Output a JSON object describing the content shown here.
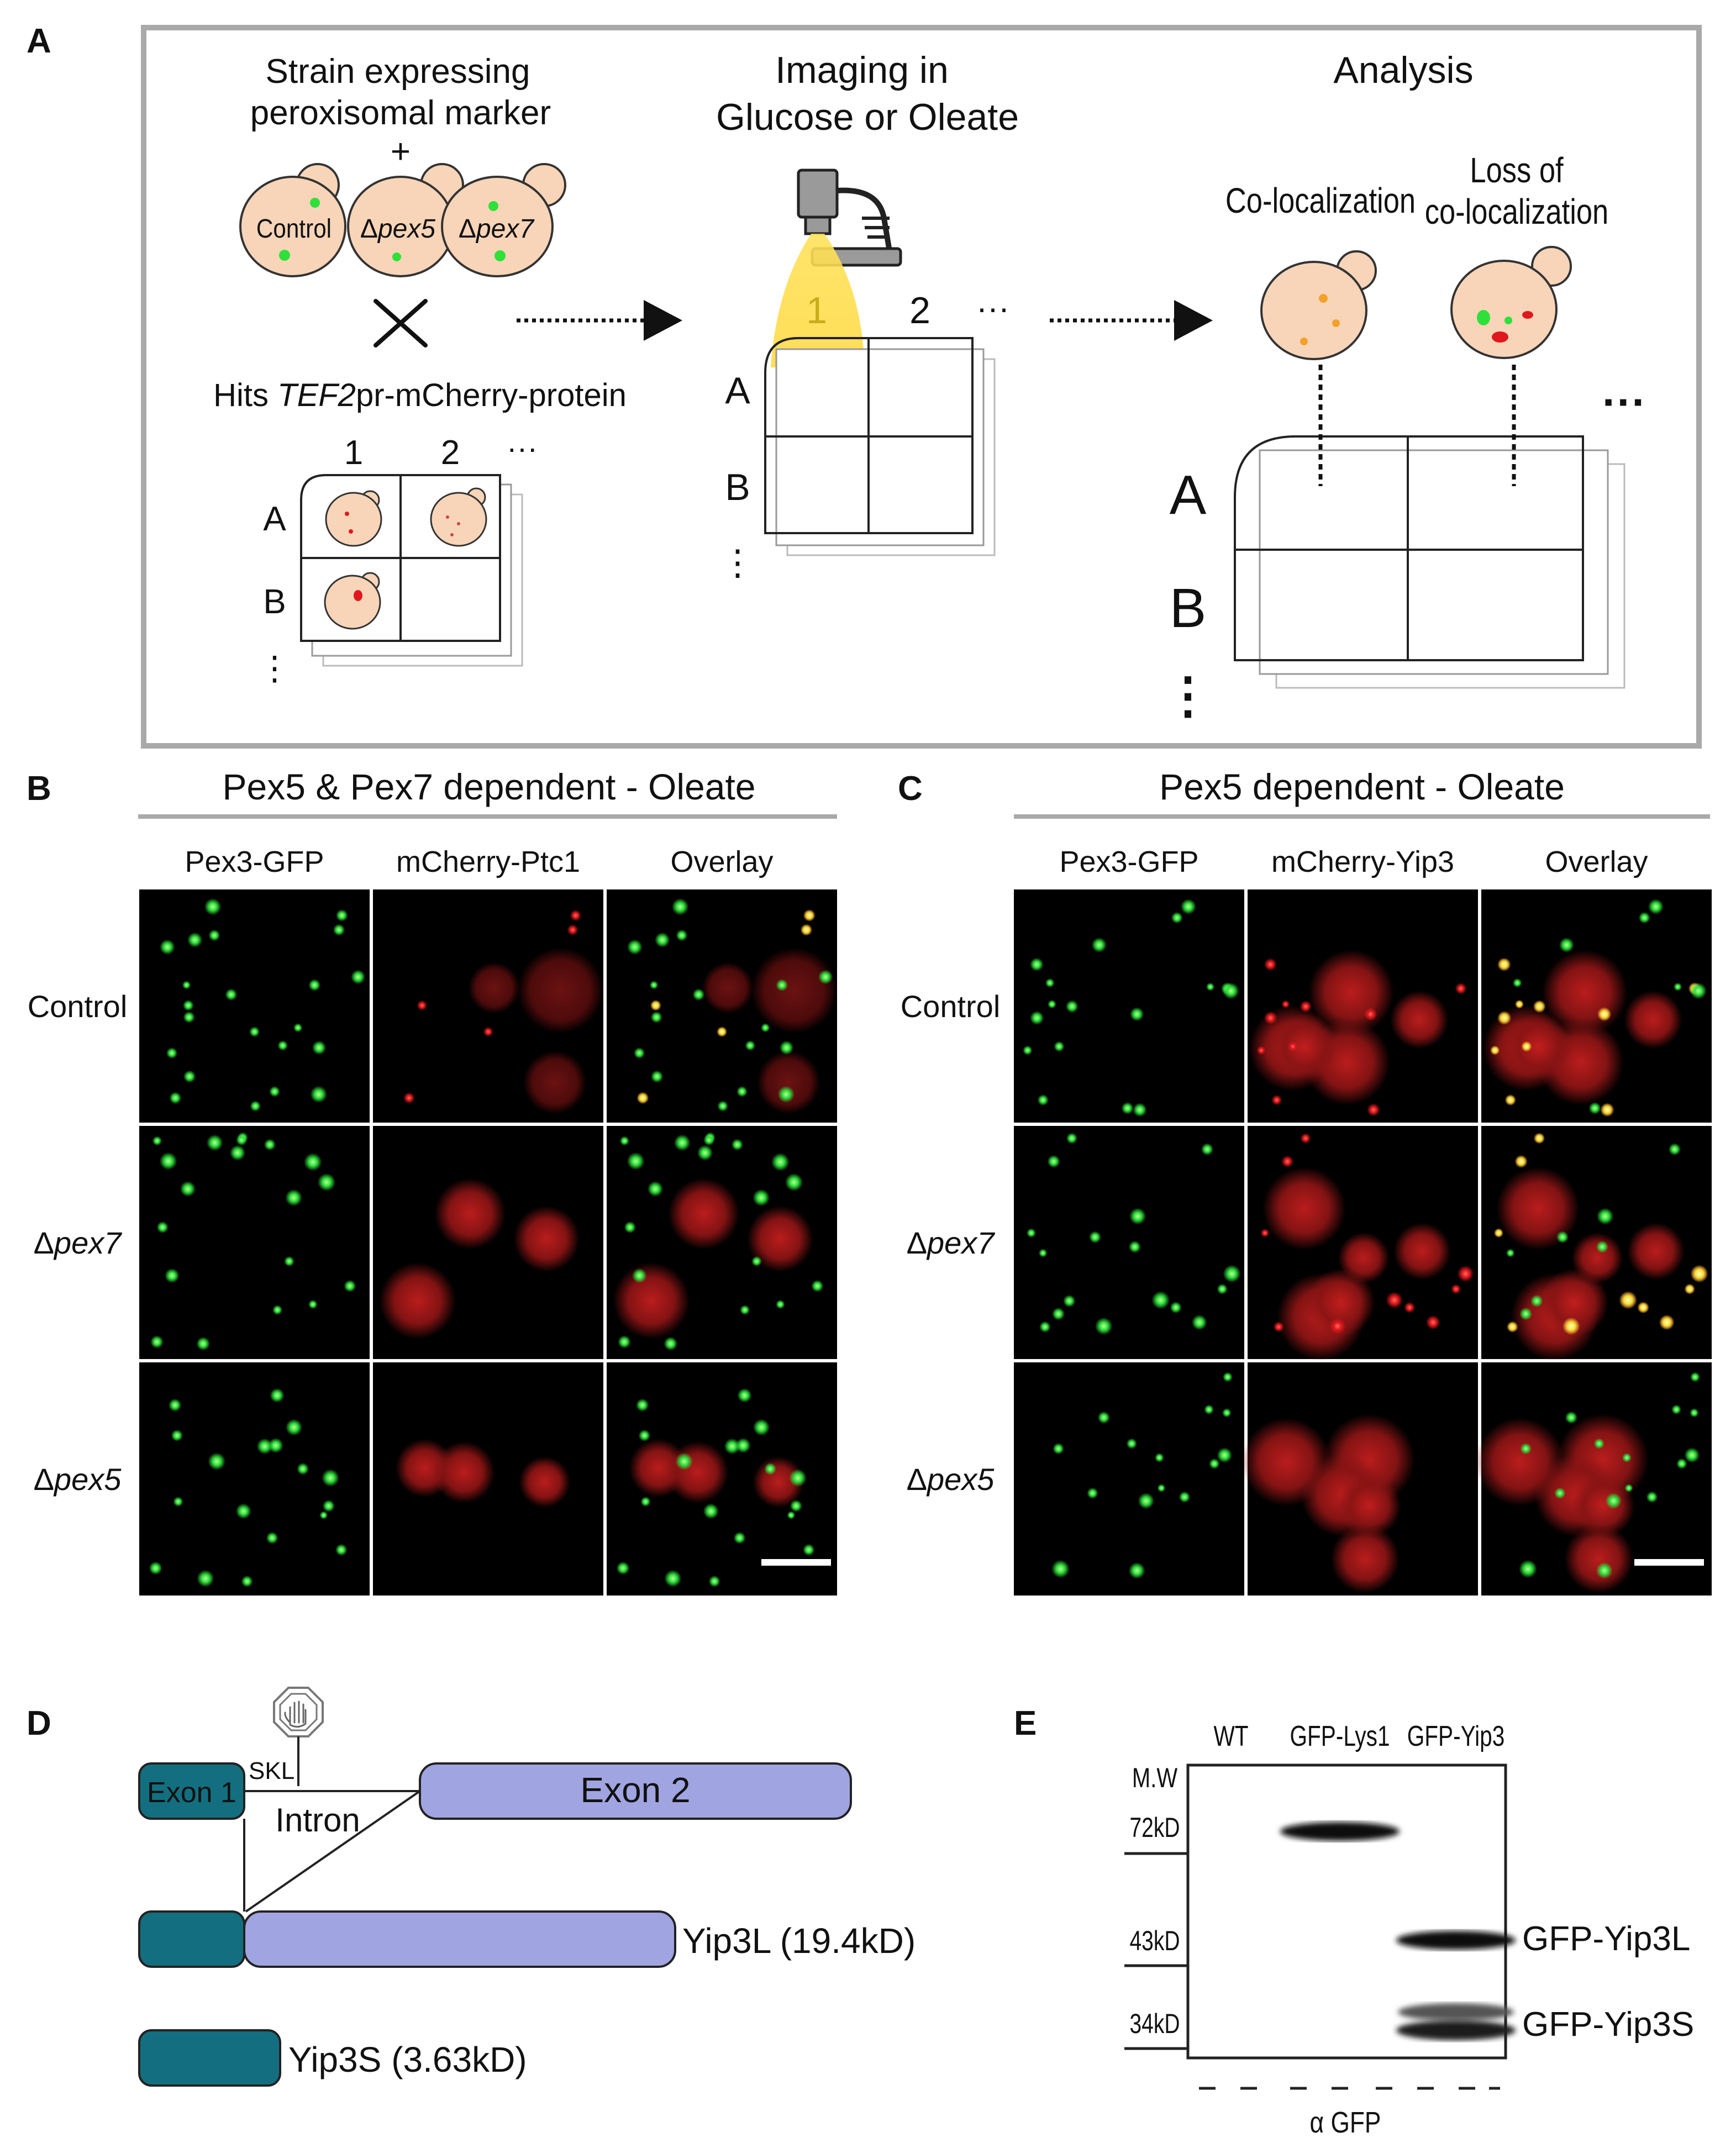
{
  "panel_letters": {
    "a": "A",
    "b": "B",
    "c": "C",
    "d": "D",
    "e": "E"
  },
  "panel_a": {
    "step1_title_line1": "Strain expressing",
    "step1_title_line2": "peroxisomal marker",
    "plus": "+",
    "cell_control": "Control",
    "cell_pex5_delta": "Δ",
    "cell_pex5_name": "pex5",
    "cell_pex7_delta": "Δ",
    "cell_pex7_name": "pex7",
    "hits_prefix": "Hits ",
    "hits_italic": "TEF2",
    "hits_suffix": "pr-mCherry-protein",
    "step2_title_line1": "Imaging in",
    "step2_title_line2": "Glucose or Oleate",
    "step3_title": "Analysis",
    "coloc_label": "Co-localization",
    "loss_line1": "Loss of",
    "loss_line2": "co-localization",
    "col1": "1",
    "col2": "2",
    "row_a": "A",
    "row_b": "B",
    "ellipsis_h": "···",
    "ellipsis_v": "⋮"
  },
  "panel_b": {
    "title": "Pex5 & Pex7 dependent - Oleate",
    "columns": [
      "Pex3-GFP",
      "mCherry-Ptc1",
      "Overlay"
    ],
    "rows": [
      {
        "prefix": "",
        "name": "Control"
      },
      {
        "prefix": "Δ",
        "name": "pex7"
      },
      {
        "prefix": "Δ",
        "name": "pex5"
      }
    ]
  },
  "panel_c": {
    "title": "Pex5 dependent - Oleate",
    "columns": [
      "Pex3-GFP",
      "mCherry-Yip3",
      "Overlay"
    ],
    "rows": [
      {
        "prefix": "",
        "name": "Control"
      },
      {
        "prefix": "Δ",
        "name": "pex7"
      },
      {
        "prefix": "Δ",
        "name": "pex5"
      }
    ]
  },
  "panel_d": {
    "exon1": "Exon 1",
    "skl": "SKL",
    "intron": "Intron",
    "exon2": "Exon 2",
    "yip3l": "Yip3L (19.4kD)",
    "yip3s": "Yip3S (3.63kD)"
  },
  "panel_e": {
    "lanes": [
      "WT",
      "GFP-Lys1",
      "GFP-Yip3"
    ],
    "mw_header": "M.W",
    "markers": [
      "72kD",
      "43kD",
      "34kD"
    ],
    "band_labels": [
      "GFP-Yip3L",
      "GFP-Yip3S"
    ],
    "antibody": "α GFP"
  },
  "colors": {
    "cell_fill": "#f8d5b8",
    "gfp": "#2fe03a",
    "mcherry": "#e0181e",
    "overlap": "#f2e23a",
    "exon1": "#136f7f",
    "exon2": "#a0a4e0",
    "frame": "#a9a9a9"
  }
}
